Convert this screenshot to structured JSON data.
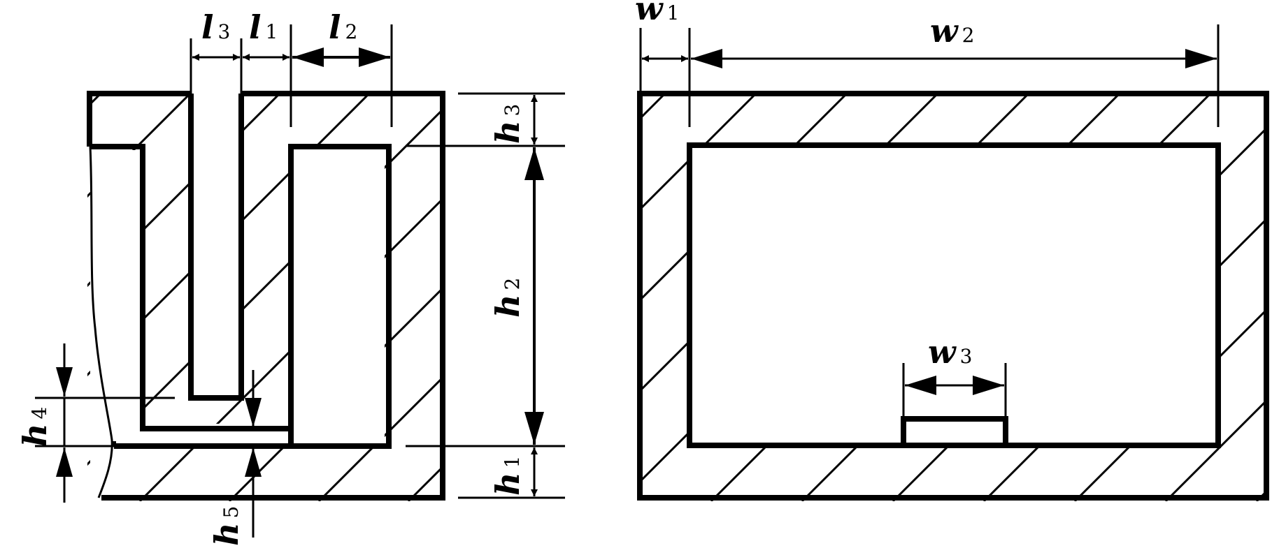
{
  "colors": {
    "ink": "#000000",
    "background": "#ffffff"
  },
  "left_labels": {
    "l3": {
      "sym": "l",
      "sub": "3"
    },
    "l1": {
      "sym": "l",
      "sub": "1"
    },
    "l2": {
      "sym": "l",
      "sub": "2"
    },
    "h3": {
      "sym": "h",
      "sub": "3"
    },
    "h2": {
      "sym": "h",
      "sub": "2"
    },
    "h1": {
      "sym": "h",
      "sub": "1"
    },
    "h4": {
      "sym": "h",
      "sub": "4"
    },
    "h5": {
      "sym": "h",
      "sub": "5"
    }
  },
  "right_labels": {
    "w1": {
      "sym": "w",
      "sub": "1"
    },
    "w2": {
      "sym": "w",
      "sub": "2"
    },
    "w3": {
      "sym": "w",
      "sub": "3"
    }
  }
}
